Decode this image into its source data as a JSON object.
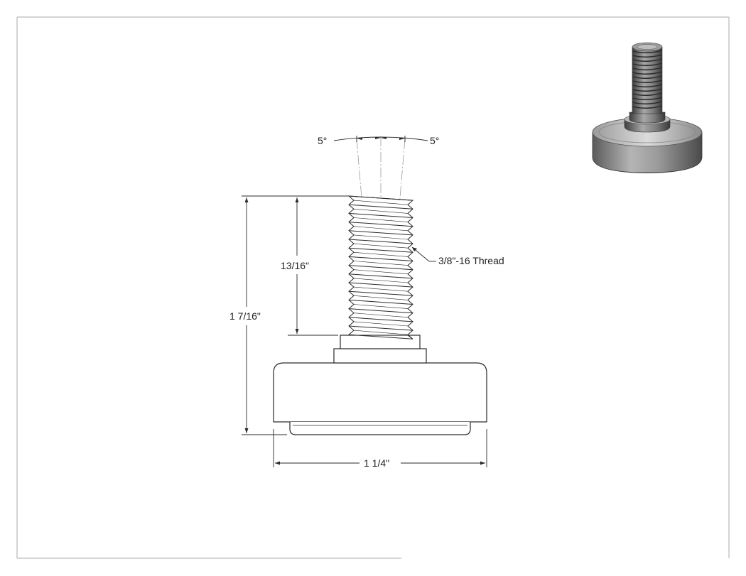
{
  "dimensions": {
    "angle_left": "5°",
    "angle_right": "5°",
    "thread_length": "13/16\"",
    "overall_height": "1 7/16\"",
    "base_width": "1 1/4\""
  },
  "callouts": {
    "thread": "3/8\"-16 Thread"
  },
  "colors": {
    "line": "#2a2a2a",
    "thin_line": "#555555",
    "center_line": "#9a9a9a",
    "render_dark": "#4a4a4a",
    "render_mid": "#8a8a8a",
    "render_light": "#c9c9c9"
  }
}
